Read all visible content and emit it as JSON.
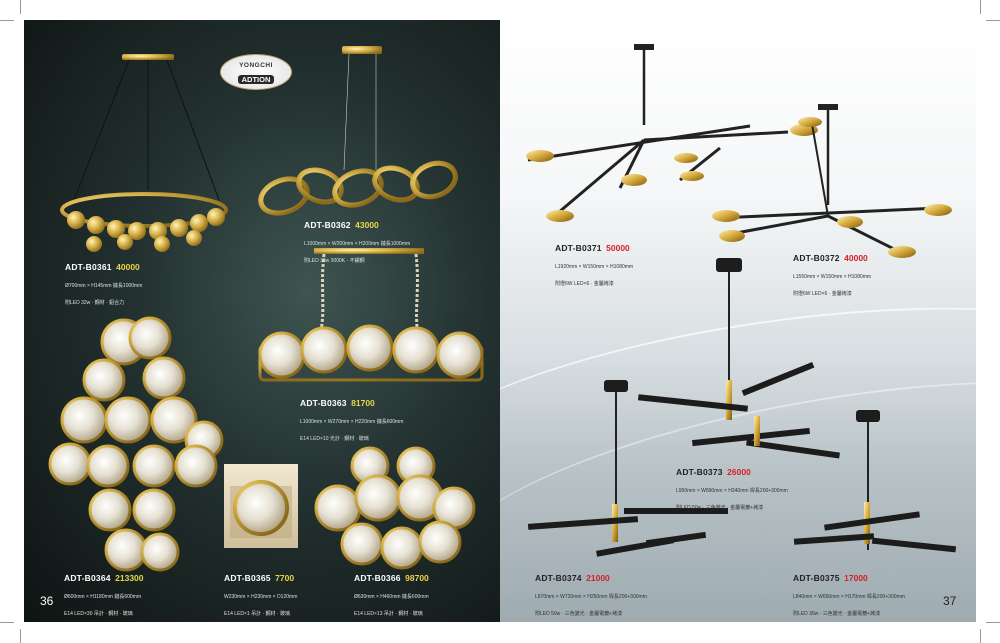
{
  "brand": {
    "line1": "YONGCHI",
    "line2": "ADTION"
  },
  "pages": {
    "left_number": "36",
    "right_number": "37"
  },
  "products": [
    {
      "id": "b0361",
      "model": "ADT-B0361",
      "price": "40000",
      "dim": "Ø700mm × H145mm 鏈長1000mm",
      "spec": "附LED 32w · 鋼材 · 鋁合力"
    },
    {
      "id": "b0362",
      "model": "ADT-B0362",
      "price": "43000",
      "dim": "L1000mm × W200mm × H200mm 鏈長1000mm",
      "spec": "附LED 38w 3000K · 不鏽鋼"
    },
    {
      "id": "b0363",
      "model": "ADT-B0363",
      "price": "81700",
      "dim": "L1000mm × W270mm × H220mm 鏈長600mm",
      "spec": "E14 LED×10 光計 · 鋼材 · 玻璃"
    },
    {
      "id": "b0364",
      "model": "ADT-B0364",
      "price": "213300",
      "dim": "Ø600mm × H1180mm 鏈長600mm",
      "spec": "E14 LED×30 吊計 · 鋼材 · 玻璃"
    },
    {
      "id": "b0365",
      "model": "ADT-B0365",
      "price": "7700",
      "dim": "W230mm × H230mm × D120mm",
      "spec": "E14 LED×1 吊計 · 鋼材 · 玻璃"
    },
    {
      "id": "b0366",
      "model": "ADT-B0366",
      "price": "98700",
      "dim": "Ø630mm × H460mm 鏈長600mm",
      "spec": "E14 LED×13 吊計 · 鋼材 · 玻璃"
    },
    {
      "id": "b0371",
      "model": "ADT-B0371",
      "price": "50000",
      "dim": "L1920mm × W150mm × H1080mm",
      "spec": "附燈6W LED×6 · 金屬烤漆"
    },
    {
      "id": "b0372",
      "model": "ADT-B0372",
      "price": "40000",
      "dim": "L1550mm × W150mm × H1080mm",
      "spec": "附燈6W LED×6 · 金屬烤漆"
    },
    {
      "id": "b0373",
      "model": "ADT-B0373",
      "price": "26000",
      "dim": "L950mm × W890mm × H340mm 桿長200+300mm",
      "spec": "附LED 50w · 三色變光 · 金屬電鍍+烤漆"
    },
    {
      "id": "b0374",
      "model": "ADT-B0374",
      "price": "21000",
      "dim": "L870mm × W720mm × H250mm 桿長200+300mm",
      "spec": "附LED 50w · 三色變光 · 金屬電鍍+烤漆"
    },
    {
      "id": "b0375",
      "model": "ADT-B0375",
      "price": "17000",
      "dim": "L840mm × W650mm × H170mm 桿長200+300mm",
      "spec": "附LED 30w · 三色變光 · 金屬電鍍+烤漆"
    }
  ]
}
